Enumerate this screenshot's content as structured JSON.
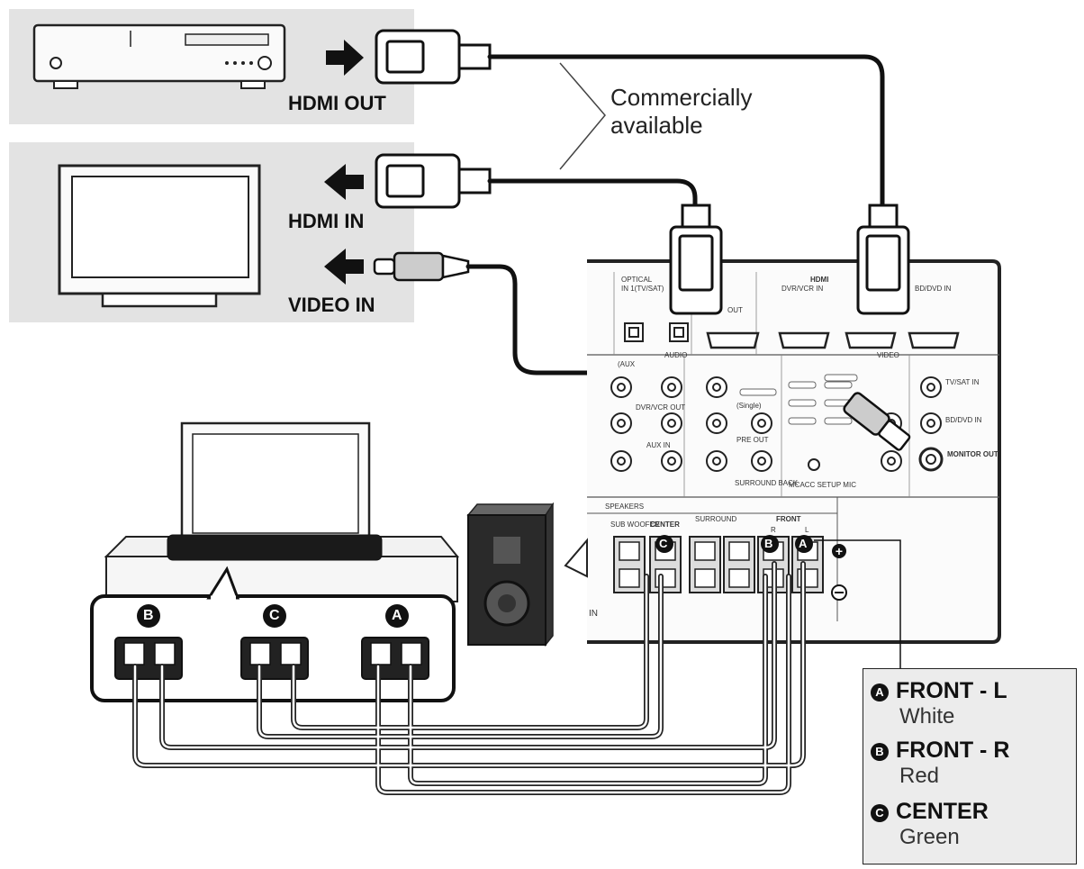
{
  "devices": {
    "player_output_label": "HDMI OUT",
    "tv_hdmi_label": "HDMI IN",
    "tv_video_label": "VIDEO IN"
  },
  "cable_note": {
    "line1": "Commercially",
    "line2": "available"
  },
  "receiver": {
    "hdmi_header": "HDMI",
    "optical_label": "OPTICAL",
    "optical_in_label": "IN 1(TV/SAT)",
    "hdmi_out_label": "OUT",
    "hdmi_dvr_label": "DVR/VCR IN",
    "hdmi_bd_label": "BD/DVD IN",
    "audio_label": "AUDIO",
    "video_label": "VIDEO",
    "aux_label": "(AUX",
    "dvr_out_label": "DVR/VCR OUT",
    "aux_in_label": "AUX IN",
    "single_label": "(Single)",
    "pre_out_label": "PRE OUT",
    "surround_back_label": "SURROUND BACK",
    "mcacc_label": "MCACC SETUP MIC",
    "tv_sat_in_label": "TV/SAT IN",
    "bd_dvd_in_label": "BD/DVD IN",
    "monitor_out_label": "MONITOR OUT",
    "speakers_label": "SPEAKERS",
    "subwoofer_label": "SUB WOOFER",
    "center_label": "CENTER",
    "surround_label": "SURROUND",
    "front_label": "FRONT",
    "r_label": "R",
    "l_label": "L",
    "in_label": "IN"
  },
  "speaker_badges": {
    "a": "A",
    "b": "B",
    "c": "C"
  },
  "legend": {
    "items": [
      {
        "badge": "A",
        "name": "FRONT - L",
        "color": "White"
      },
      {
        "badge": "B",
        "name": "FRONT - R",
        "color": "Red"
      },
      {
        "badge": "C",
        "name": "CENTER",
        "color": "Green"
      }
    ]
  }
}
